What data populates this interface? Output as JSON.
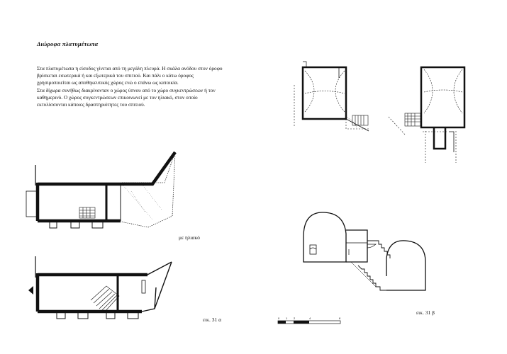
{
  "title": "Διώροφα πλατυμέτωπα",
  "paragraph": {
    "p1": "Στα πλατυμέτωπα η είσοδος γίνεται από τη μεγάλη πλευρά. Η σκάλα ανόδου στον όροφο βρίσκεται εσωτερικά ή και εξωτερικά του σπιτιού. Και πάλι ο κάτω όροφος χρησιμοποιείται ως αποθηκευτικός χώρος ενώ ο επάνω ως κατοικία.",
    "p2": "Στα δίχωρα συνήθως διακρίνονταν ο χώρος ύπνου από το χώρο συγκεντρώσεων ή τον καθημερινό. Ο χώρος συγκεντρώσεων επικοινωνεί με τον ηλιακό, στον οποίο εκτυλίσσονται κάποιες δραστηριότητες του σπιτιού."
  },
  "labels": {
    "with_sunroom": "με ηλιακό",
    "fig_31a": "εικ. 31 α",
    "fig_31b": "εικ. 31 β"
  },
  "scale": {
    "ticks": [
      "0",
      "1",
      "2",
      "4",
      "8"
    ]
  },
  "colors": {
    "ink": "#111111",
    "paper": "#ffffff"
  }
}
